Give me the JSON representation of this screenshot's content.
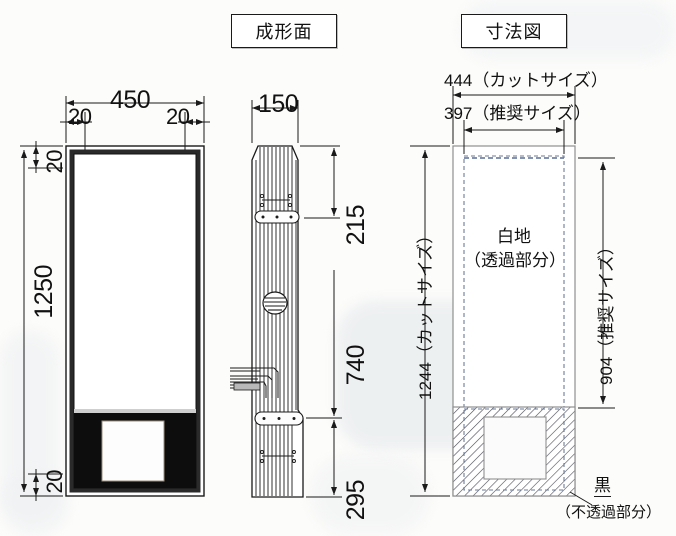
{
  "titles": {
    "molding_surface": "成形面",
    "dimension_drawing": "寸法図"
  },
  "front_view": {
    "width_overall": "450",
    "margin_left": "20",
    "margin_right": "20",
    "margin_top": "20",
    "height_overall": "1250",
    "margin_bottom": "20"
  },
  "side_view": {
    "depth": "150",
    "dim_215": "215",
    "dim_740": "740",
    "dim_295": "295"
  },
  "dimension_view": {
    "width_cut": "444（カットサイズ）",
    "width_recommend": "397（推奨サイズ）",
    "height_cut": "1244（カットサイズ）",
    "height_recommend": "904（推奨サイズ）",
    "white_area_line1": "白地",
    "white_area_line2": "（透過部分）",
    "black_label": "黒",
    "black_note": "（不透過部分）"
  },
  "colors": {
    "ink": "#1a1a1a",
    "paper": "#fcfcfa",
    "black_band": "#0d0d0d",
    "hatch": "#3a3a46",
    "dash_blue": "#6b7a99"
  }
}
